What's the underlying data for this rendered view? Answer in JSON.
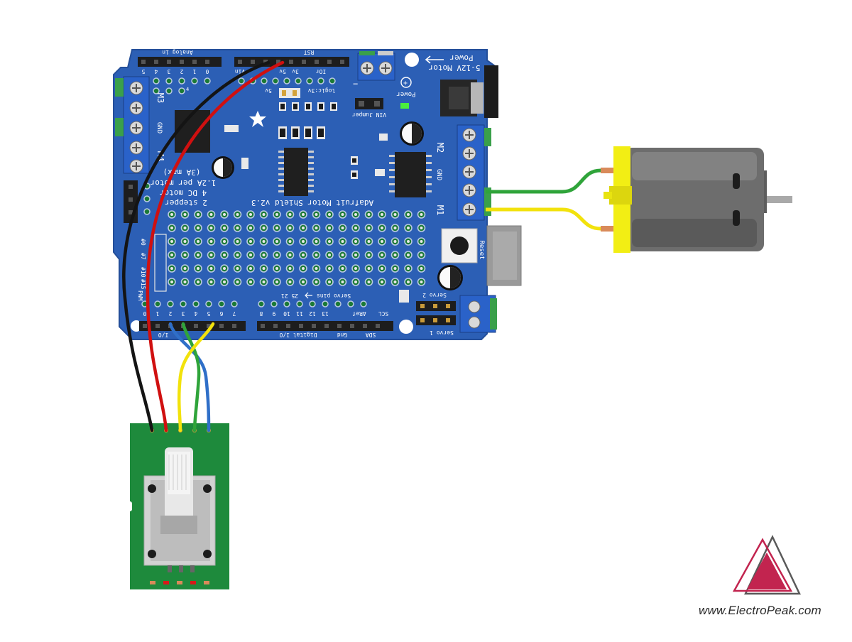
{
  "shield": {
    "title": "Adafruit Motor Shield v2.3",
    "features": [
      "2 stepper",
      "4 DC motor",
      "1.2A per motor",
      "(3A max)"
    ],
    "power_label": "5-12V Motor",
    "power_title": "Power",
    "power_led": "Power",
    "logic_label": "logic:3v",
    "logic_5v": "5v",
    "vin_jumper": "VIN Jumper",
    "reset": "Reset",
    "m1": "M1",
    "m2": "M2",
    "m3": "M3",
    "m4": "M4",
    "gnd": "GND",
    "servo1": "Servo 1",
    "servo2": "Servo 2",
    "servo_pins": "Servo pins",
    "servo_pin_nums": "25 21",
    "analog_in": "Analog in",
    "rst": "RST",
    "ioref": "IOr",
    "vin": "Vin",
    "v5": "5v",
    "v3": "3v",
    "digital_io": "Digital I/O",
    "digital_io_left": "I/O",
    "scl": "SCL",
    "sda": "SDA",
    "aref": "ARef",
    "gnd_bottom": "Gnd",
    "analog_pins": [
      "5",
      "4",
      "3",
      "2",
      "1",
      "0"
    ],
    "digital_pins_left": [
      "0",
      "1",
      "2",
      "3",
      "4",
      "5",
      "6",
      "7"
    ],
    "digital_pins_right": [
      "8",
      "9",
      "10",
      "11",
      "12",
      "13"
    ],
    "side_labels": [
      "#0",
      "#7",
      "#10",
      "#15",
      "PWM"
    ],
    "small_4": "4"
  },
  "watermark": "www.ElectroPeak.com",
  "colors": {
    "board": "#2c5fb5",
    "board_edge": "#244f9a",
    "wire_red": "#d01010",
    "wire_black": "#141414",
    "wire_yellow": "#f2e20c",
    "wire_green": "#2fa43a",
    "wire_blue": "#2f6fc8",
    "motor_cap": "#f2ee14",
    "motor_body": "#7a7a7a",
    "encoder_pcb": "#1e8a3c",
    "logo": "#c2244f"
  },
  "icons": [
    "adafruit-star-logo",
    "electropeak-logo",
    "power-arrow-icon"
  ]
}
